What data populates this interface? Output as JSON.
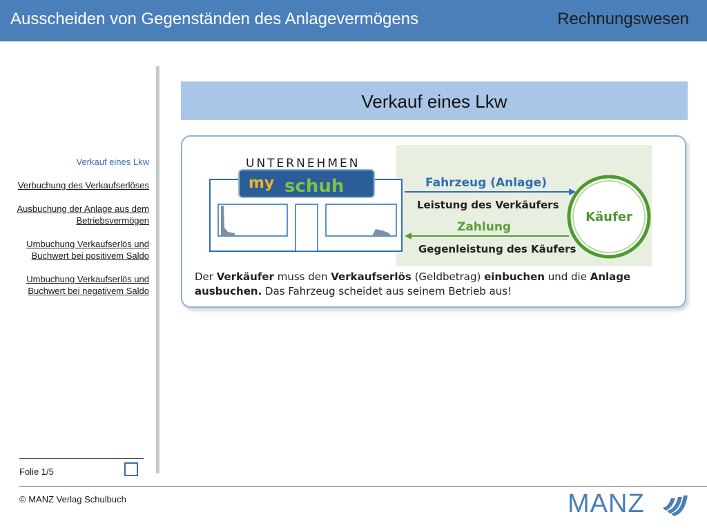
{
  "header": {
    "title": "Ausscheiden von Gegenständen des Anlagevermögens",
    "subject": "Rechnungswesen"
  },
  "nav": {
    "items": [
      {
        "label": "Verkauf eines Lkw",
        "active": true
      },
      {
        "label": "Verbuchung des Verkaufserlöses"
      },
      {
        "label": "Ausbuchung der Anlage aus dem Betriebsvermögen"
      },
      {
        "label": "Umbuchung Verkaufserlös und Buchwert bei positivem Saldo"
      },
      {
        "label": "Umbuchung Verkaufserlös und Buchwert bei negativem Saldo"
      }
    ]
  },
  "slide": {
    "title": "Verkauf eines Lkw"
  },
  "figure": {
    "company_heading": "UNTERNEHMEN",
    "logo_my": "my",
    "logo_schuh": "schuh",
    "arrow_top_label": "Fahrzeug (Anlage)",
    "arrow_top_sub": "Leistung des Verkäufers",
    "arrow_bottom_label": "Zahlung",
    "arrow_bottom_sub": "Gegenleistung des Käufers",
    "buyer_label": "Käufer",
    "caption_line1": {
      "p1": "Der ",
      "b1": "Verkäufer",
      "p2": " muss den ",
      "b2": "Verkaufserlös",
      "p3": " (Geldbetrag) ",
      "b3": "einbuchen",
      "p4": " und die ",
      "b4": "Anlage"
    },
    "caption_line2": {
      "b1": "ausbuchen.",
      "p1": " Das Fahrzeug scheidet aus seinem Betrieb aus!"
    },
    "colors": {
      "blue_arrow": "#2f6eb5",
      "green_arrow": "#5a9e3a",
      "buyer_circle": "#4f9a2e",
      "logo_bg": "#2b5d99"
    }
  },
  "footer": {
    "folio": "Folie 1/5",
    "copyright": "© MANZ Verlag Schulbuch",
    "logo_text": "MANZ"
  }
}
